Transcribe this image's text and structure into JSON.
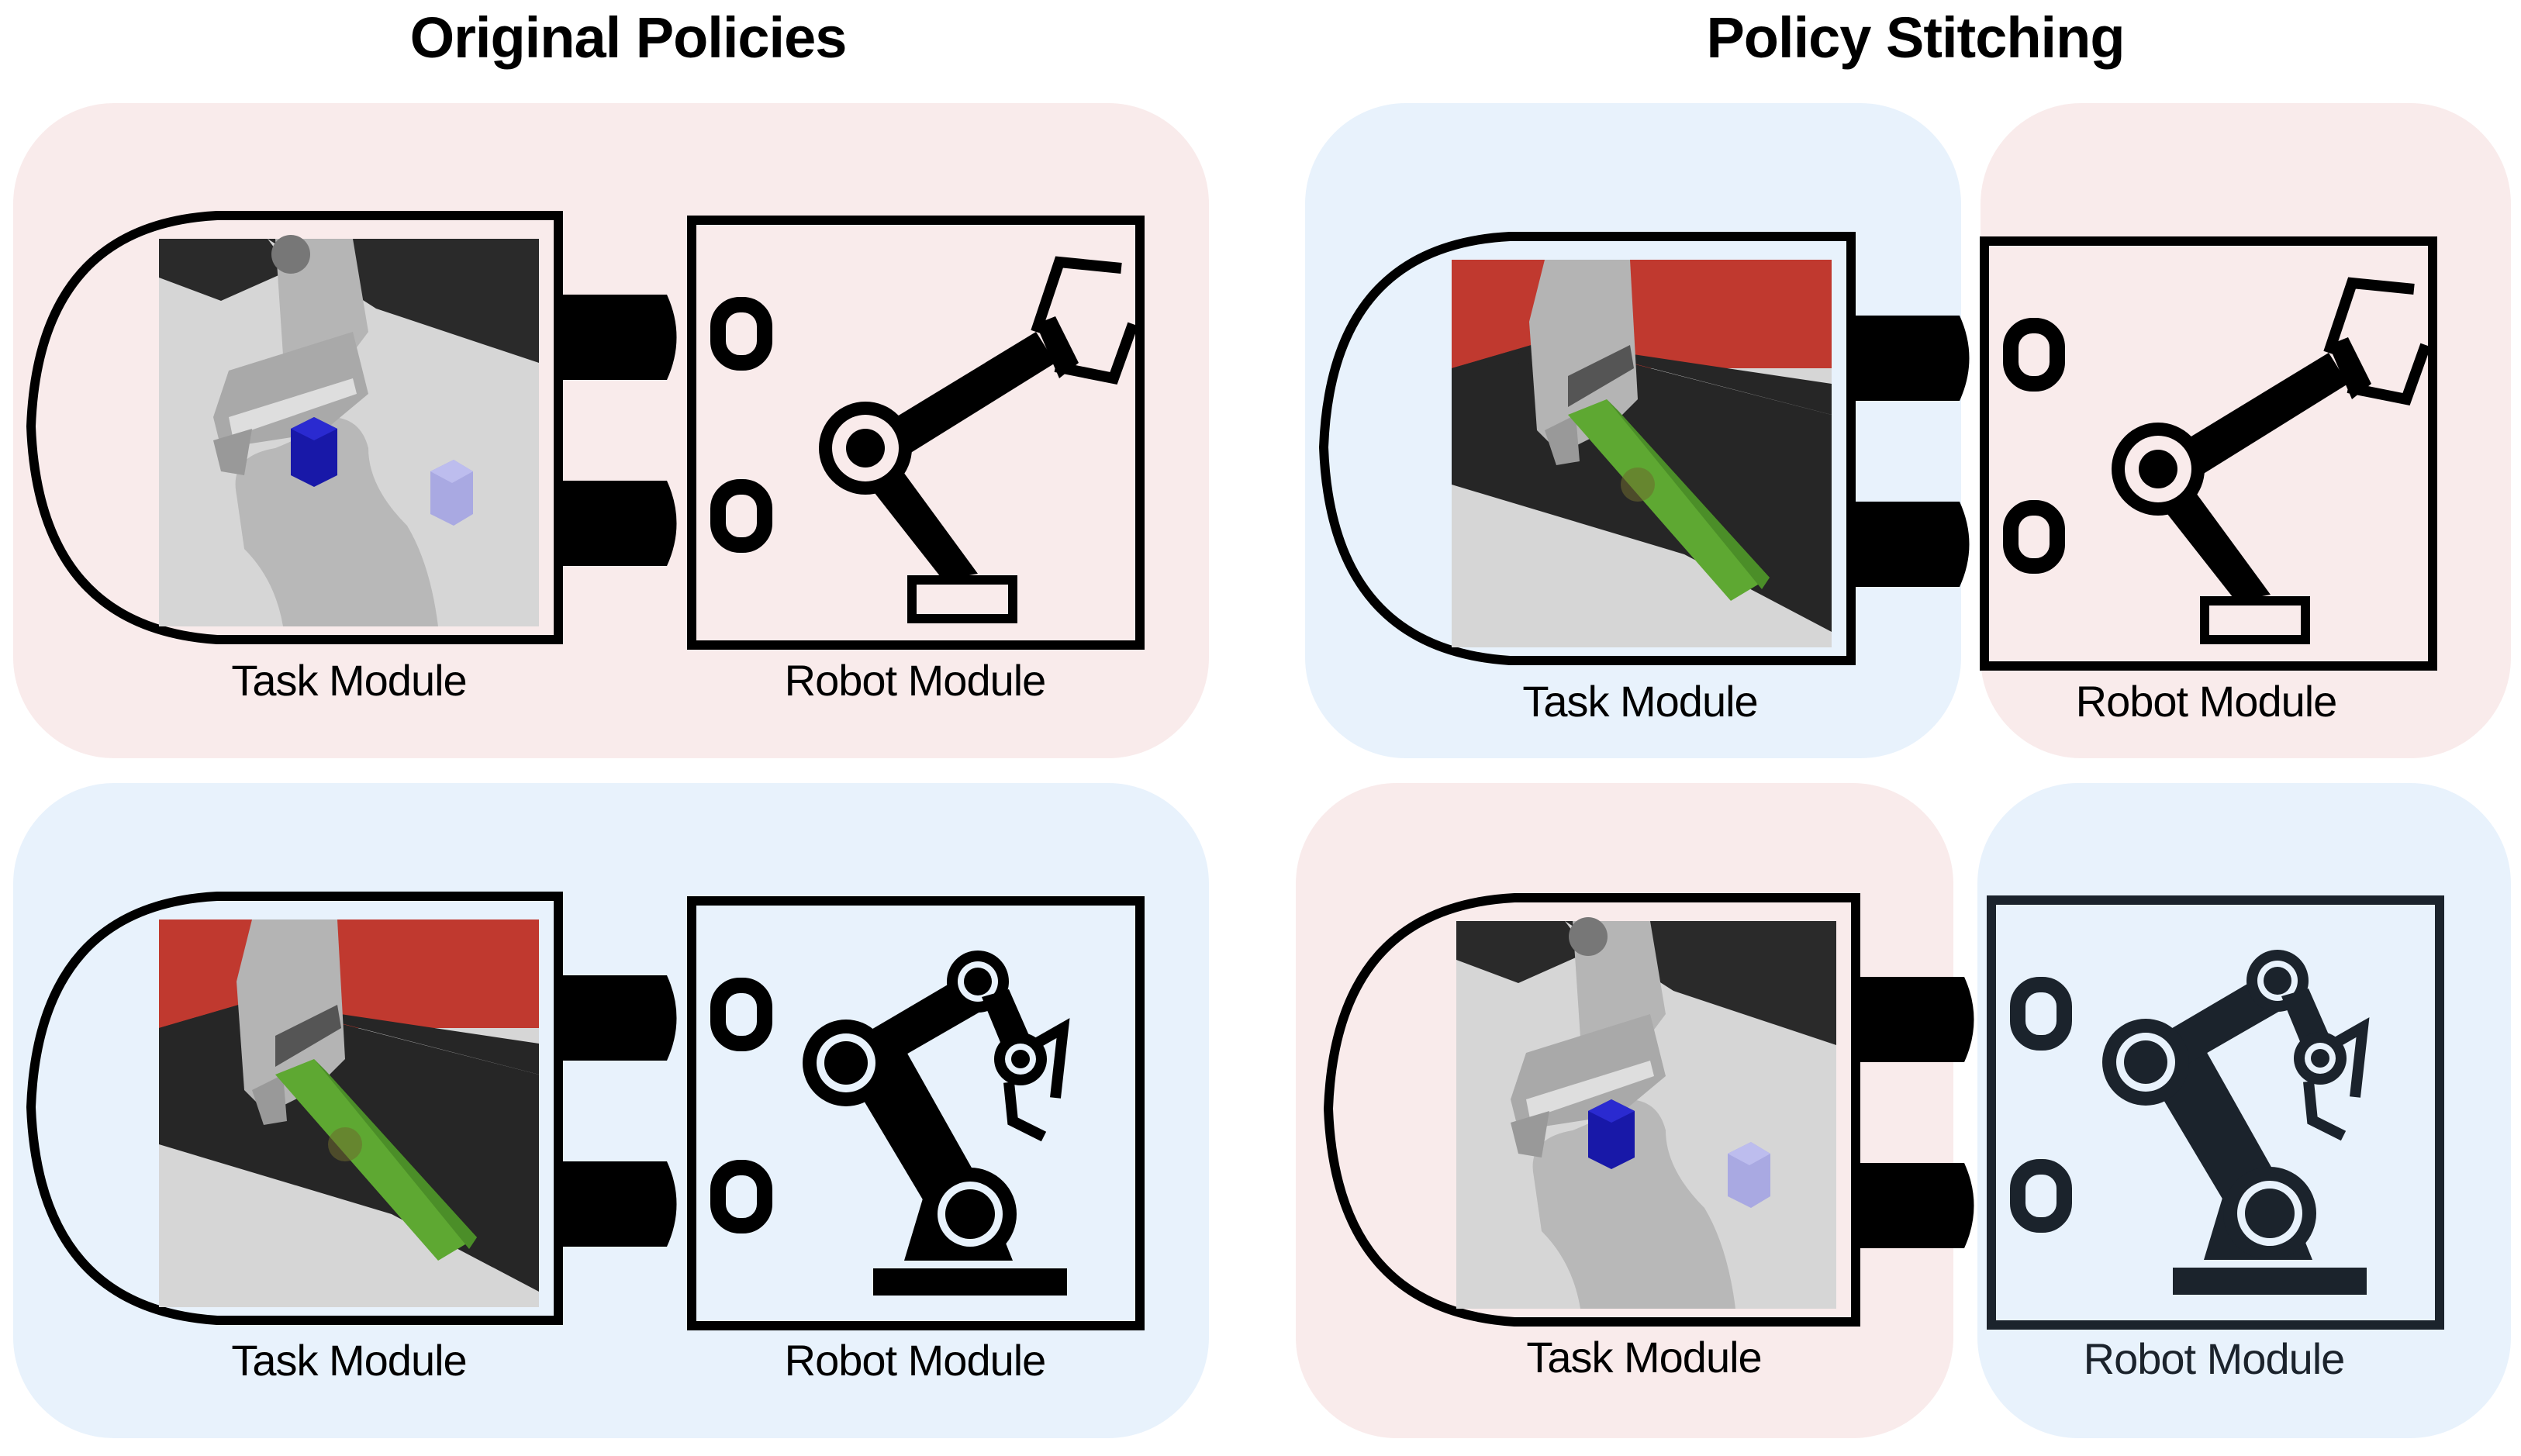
{
  "titles": {
    "left": "Original Policies",
    "right": "Policy Stitching"
  },
  "labels": {
    "task_module": "Task Module",
    "robot_module": "Robot Module"
  },
  "colors": {
    "pink_panel": "#f9ebeb",
    "blue_panel": "#e8f2fc",
    "outline": "#000000",
    "robot_dark": "#1b232c",
    "scene_red": "#c0392f",
    "scene_dark": "#262626",
    "floor": "#d8d8d8",
    "green_bar": "#5ea832",
    "blue_cube": "#1a1aa8",
    "ghost_cube": "#a8a8e0"
  },
  "quadrants": [
    {
      "id": "orig-top",
      "task_scene": "cube-pick",
      "robot": "simple-arm",
      "task_bg": "pink",
      "robot_bg": "pink"
    },
    {
      "id": "orig-bottom",
      "task_scene": "bar-push",
      "robot": "industrial-arm",
      "task_bg": "blue",
      "robot_bg": "blue"
    },
    {
      "id": "stitch-top",
      "task_scene": "bar-push",
      "robot": "simple-arm",
      "task_bg": "blue",
      "robot_bg": "pink"
    },
    {
      "id": "stitch-bottom",
      "task_scene": "cube-pick",
      "robot": "industrial-arm",
      "task_bg": "pink",
      "robot_bg": "blue"
    }
  ]
}
